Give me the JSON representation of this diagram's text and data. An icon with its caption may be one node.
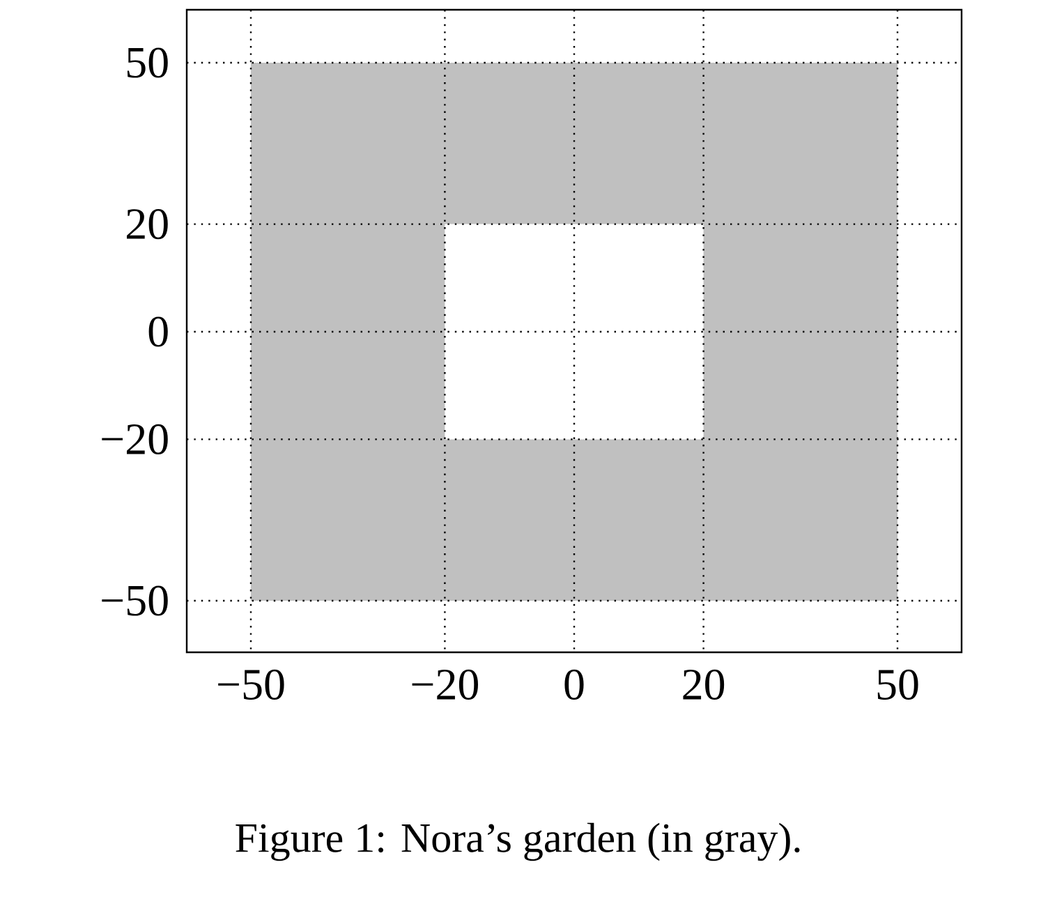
{
  "diagram": {
    "caption": "Figure 1: Nora’s garden (in gray).",
    "labels": [
      "50",
      "20",
      "0",
      "−20",
      "−50",
      "−50",
      "−20",
      "0",
      "20",
      "50"
    ]
  }
}
